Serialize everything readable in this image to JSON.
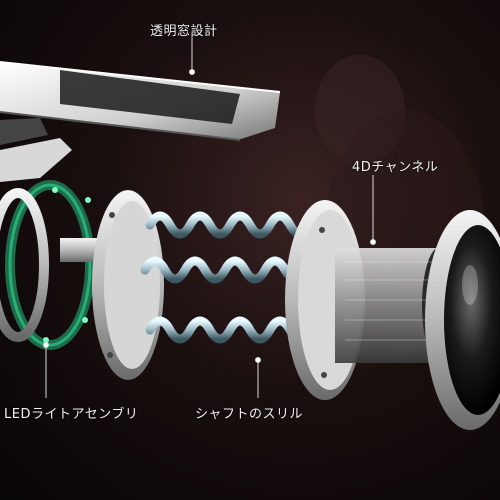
{
  "callouts": {
    "window": "透明窓設計",
    "channel": "4Dチャンネル",
    "led": "LEDライトアセンブリ",
    "sleeve": "シャフトのスリル"
  },
  "colors": {
    "led_green": "#29c27a",
    "background": "#0b0707",
    "label": "#f2f2f2"
  }
}
